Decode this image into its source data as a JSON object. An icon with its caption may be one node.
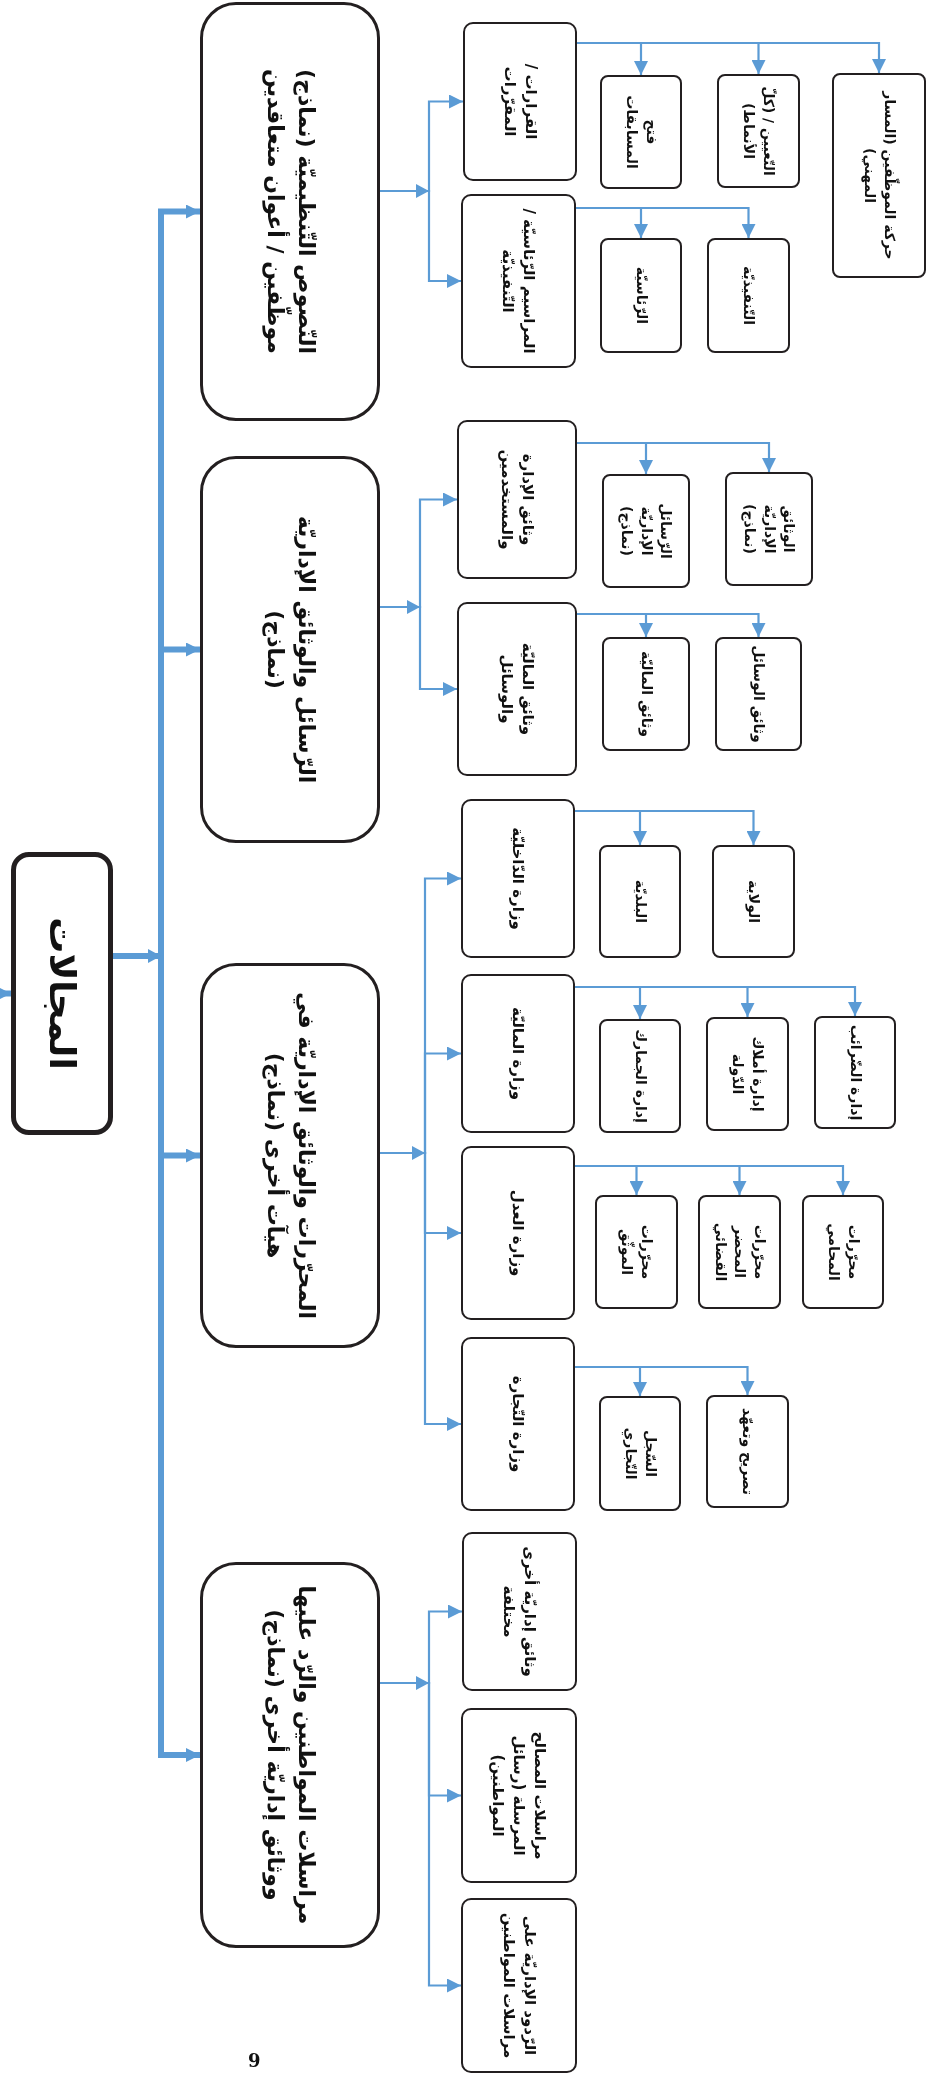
{
  "diagram": {
    "nodes": [
      {
        "text": [
          "المجالات"
        ]
      },
      {
        "text": [
          "النّصوص التّنظيميّة (نماذج) موظّفين / أعوان متعاقدين"
        ]
      },
      {
        "text": [
          "القرارات / المقرّرات"
        ]
      },
      {
        "text": [
          "فتح المسابقات"
        ]
      },
      {
        "text": [
          "التّعيين / (كلّ الأنماط)"
        ]
      },
      {
        "text": [
          "حركة الموظّفين (المسار المهني)"
        ]
      },
      {
        "text": [
          "المراسيم الرّئاسيّة / التّنفيذيّة"
        ]
      },
      {
        "text": [
          "الرّئاسيّة"
        ]
      },
      {
        "text": [
          "التّنفيذيّة"
        ]
      },
      {
        "text": [
          "الرّسائل والوثائق الإداريّة (نماذج)"
        ]
      },
      {
        "text": [
          "وثائق الإدارة والمستخدمين"
        ]
      },
      {
        "text": [
          "الرّسائل الإداريّة (نماذج)"
        ]
      },
      {
        "text": [
          "الوثائق الإداريّة (نماذج)"
        ]
      },
      {
        "text": [
          "وثائق الماليّة والوسائل"
        ]
      },
      {
        "text": [
          "وثائق الماليّة"
        ]
      },
      {
        "text": [
          "وثائق الوسائل"
        ]
      },
      {
        "text": [
          "المحرّرات والوثائق الإداريّة في هيآت أخرى (نماذج)"
        ]
      },
      {
        "text": [
          "وزارة الدّاخليّة"
        ]
      },
      {
        "text": [
          "البلديّة"
        ]
      },
      {
        "text": [
          "الولاية"
        ]
      },
      {
        "text": [
          "وزارة الماليّة"
        ]
      },
      {
        "text": [
          "إدارة الجمارك"
        ]
      },
      {
        "text": [
          "إدارة أملاك الدّولة"
        ]
      },
      {
        "text": [
          "إدارة الضّرائب"
        ]
      },
      {
        "text": [
          "وزارة العدل"
        ]
      },
      {
        "text": [
          "محرّرات الموثّق"
        ]
      },
      {
        "text": [
          "محرّرات المحضر القضائي"
        ]
      },
      {
        "text": [
          "محرّرات المحامي"
        ]
      },
      {
        "text": [
          "وزارة التّجارة"
        ]
      },
      {
        "text": [
          "السّجل التّجاري"
        ]
      },
      {
        "text": [
          "تصريح وتعهّد"
        ]
      },
      {
        "text": [
          "مراسلات المواطنين والرّد عليها ووثائق إداريّة أخرى (نماذج)"
        ]
      },
      {
        "text": [
          "وثائق إداريّة أخرى مختلفة"
        ]
      },
      {
        "text": [
          "مراسلات المصالح المرسلة (رسائل المواطنين)"
        ]
      },
      {
        "text": [
          "الرّدود الإداريّة على مراسلات المواطنين"
        ]
      }
    ],
    "edges": [
      {
        "from": null,
        "to": 0,
        "arrow": "to",
        "style": "thick"
      },
      {
        "from": 0,
        "to": 1,
        "arrow": "to",
        "style": "thick"
      },
      {
        "from": 0,
        "to": 9,
        "arrow": "to",
        "style": "thick"
      },
      {
        "from": 0,
        "to": 16,
        "arrow": "to",
        "style": "thick"
      },
      {
        "from": 0,
        "to": 31,
        "arrow": "to",
        "style": "thick"
      },
      {
        "from": 1,
        "to": 2,
        "arrow": "to"
      },
      {
        "from": 1,
        "to": 6,
        "arrow": "to"
      },
      {
        "from": 2,
        "to": 3,
        "arrow": "to"
      },
      {
        "from": 2,
        "to": 4,
        "arrow": "to"
      },
      {
        "from": 2,
        "to": 5,
        "arrow": "to"
      },
      {
        "from": 6,
        "to": 7,
        "arrow": "to"
      },
      {
        "from": 6,
        "to": 8,
        "arrow": "to"
      },
      {
        "from": 9,
        "to": 10,
        "arrow": "to"
      },
      {
        "from": 9,
        "to": 13,
        "arrow": "to"
      },
      {
        "from": 10,
        "to": 11,
        "arrow": "to"
      },
      {
        "from": 10,
        "to": 12,
        "arrow": "to"
      },
      {
        "from": 13,
        "to": 14,
        "arrow": "to"
      },
      {
        "from": 13,
        "to": 15,
        "arrow": "to"
      },
      {
        "from": 16,
        "to": 17,
        "arrow": "to"
      },
      {
        "from": 16,
        "to": 20,
        "arrow": "to"
      },
      {
        "from": 16,
        "to": 24,
        "arrow": "to"
      },
      {
        "from": 16,
        "to": 28,
        "arrow": "to"
      },
      {
        "from": 17,
        "to": 18,
        "arrow": "to"
      },
      {
        "from": 17,
        "to": 19,
        "arrow": "to"
      },
      {
        "from": 20,
        "to": 21,
        "arrow": "to"
      },
      {
        "from": 20,
        "to": 22,
        "arrow": "to"
      },
      {
        "from": 20,
        "to": 23,
        "arrow": "to"
      },
      {
        "from": 24,
        "to": 25,
        "arrow": "to"
      },
      {
        "from": 24,
        "to": 26,
        "arrow": "to"
      },
      {
        "from": 24,
        "to": 27,
        "arrow": "to"
      },
      {
        "from": 28,
        "to": 29,
        "arrow": "to"
      },
      {
        "from": 28,
        "to": 30,
        "arrow": "to"
      },
      {
        "from": 31,
        "to": 32,
        "arrow": "to"
      },
      {
        "from": 31,
        "to": 33,
        "arrow": "to"
      },
      {
        "from": 31,
        "to": 34,
        "arrow": "to"
      }
    ],
    "labels": [
      "9"
    ]
  }
}
